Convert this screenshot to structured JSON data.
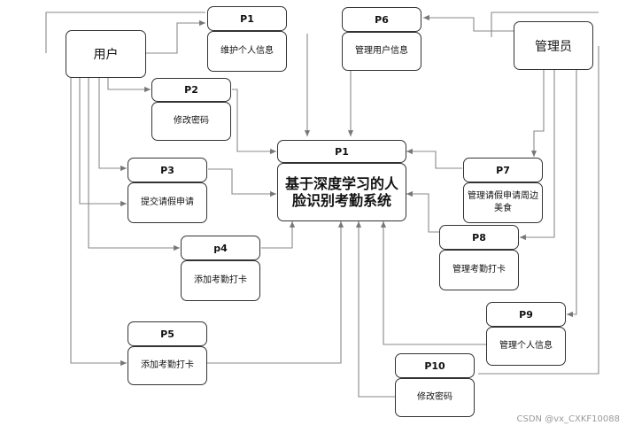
{
  "actors": {
    "user": "用户",
    "admin": "管理员"
  },
  "center": {
    "id": "P1",
    "title": "基于深度学习的人脸识别考勤系统"
  },
  "processes": {
    "p1": {
      "id": "P1",
      "label": "维护个人信息"
    },
    "p2": {
      "id": "P2",
      "label": "修改密码"
    },
    "p3": {
      "id": "P3",
      "label": "提交请假申请"
    },
    "p4": {
      "id": "p4",
      "label": "添加考勤打卡"
    },
    "p5": {
      "id": "P5",
      "label": "添加考勤打卡"
    },
    "p6": {
      "id": "P6",
      "label": "管理用户信息"
    },
    "p7": {
      "id": "P7",
      "label": "管理请假申请周边美食"
    },
    "p8": {
      "id": "P8",
      "label": "管理考勤打卡"
    },
    "p9": {
      "id": "P9",
      "label": "管理个人信息"
    },
    "p10": {
      "id": "P10",
      "label": "修改密码"
    }
  },
  "watermark": "CSDN @vx_CXKF10088"
}
